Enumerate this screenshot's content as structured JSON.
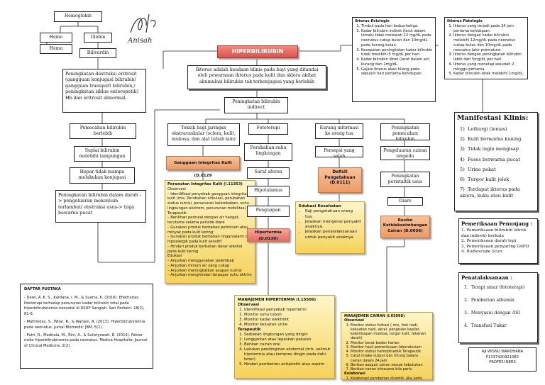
{
  "signature": {
    "name": "Anisah"
  },
  "hemo_tree": {
    "hemoglobin": "Hemoglobin",
    "hemo1": "Hemo",
    "globin": "Globin",
    "hemo2": "Hemo",
    "biliverdin": "Biliverdin"
  },
  "title": "HIPERBILIRUBIN",
  "definition": "Ikterus adalah keadaan klinis pada bayi yang ditandai oleh pewarnaan ikterus pada kulit dan sklera akibat akumulasi bilirubin tak terkonjugasi yang berlebih",
  "indirect": "Peningkatan bilirubin indirect",
  "left_chain": {
    "destruksi": "Peningkatan destruksi eritrosit (gangguan konjugasi bilirubin/ gangguan transport bilirubin,/ peningkatan siklus enteropetik) Hb dan eritrosit abnormal.",
    "pemecahan": "Pemecahan bilirubin berlebih",
    "suplai": "Suplai bilirubin melebihi tampungan",
    "hepar": "Hepar tidak mampu melakukan konjugasi",
    "darah": "Peningkatan bilirubin dalam darah -> pengeluaran mekonium terlambat/ obstruksi usus-> tinja bewarna pucat"
  },
  "branch1": {
    "box": "Toksik bagi jaringan ekstravaskular (sclera, kulit, mukosa, dan alat tubuh lain)",
    "diag": "Gangguan Integritas Kulit (D.0129",
    "care": {
      "title": "Perawatan Integritas Kulit (I.11353)",
      "obs_label": "Observasi",
      "obs": [
        "Identifikasi penyebab gangguan integritas kulit (mis. Perubahan sirkulasi, perubahan status nutrisi, penurunan kelembaban, suhu lingkungan ekstrem, penurunan mobilitas)"
      ],
      "ter_label": "Terapeutik",
      "ter": [
        "Berikhan perineal dengan air hangat, terutama selama periode diare",
        "Gunakan produk berbahan petrolium atau minyak pada kulit kering",
        "Gunakan produk berbahan ringan/alami dan hipoalergik pada kulit sensitif",
        "Hindari produk berbahan dasar alkohol pada kulit kering"
      ],
      "edu_label": "Edukasi",
      "edu": [
        "Anjurkan menggunakan pelembab",
        "Anjurkan minum air yang cukup",
        "Anjurkan meningkatkan asupan nutrisi",
        "Anjurkan menghindari terpapar suhu ektrim"
      ]
    }
  },
  "branch2": {
    "fototerapi": "Fototerapi",
    "suhu": "Perubahan suhu lingkungan",
    "saraf": "Saraf aferen",
    "hipotalamus": "Hipotalamus",
    "penguapan": "Penguapan",
    "diag": "Hipertermia (D.0130)",
    "care": {
      "title": "MANAJEMEN HIPERTERMIA (I.15506)",
      "obs_label": "Observasi",
      "obs": [
        "Identifikasi penyebab hipertermi",
        "Monitor suhu tubuh",
        "Monitor kadar elektrolit",
        "Monitor keluaran urine"
      ],
      "ter_label": "Terapeutik",
      "ter": [
        "Sediakan lingkungan yang dingin",
        "Longgarkan atau lepaskan pakaian",
        "Berikan cairan oral",
        "Lakukan pendinginan eksternal (mis. selimut hipotermia atau kompres dingin pada dahi, leher)",
        "Hindari pemberian antipiretik atau aspirin"
      ]
    }
  },
  "branch3": {
    "kurang": "Kurang informasi ke orang tua",
    "persepsi": "Persepsi yang salah",
    "diag": "Defisit Pengetahuan (D.0111)",
    "care": {
      "title": "Edukasi Kesehatan",
      "items": [
        "Kaji pengetahuan orang tua.",
        "Jelaskan mengenai penyakit anaknya.",
        "Jelaskan penatalaksanaan untuk penyakit anaknya"
      ]
    }
  },
  "branch4": {
    "pemecahan": "Peningkatan pemecahan bilirubin",
    "empedu": "Pengeluaran cairan empedu",
    "usus": "Peningkatan peristaltik usus",
    "diare": "Diare",
    "diag": "Resiko Ketidakseimbangan Cairan (D.0036)",
    "care": {
      "title": "MANAJEMEN CAIRAN (I.03098)",
      "obs_label": "Observasi",
      "obs": [
        "Monitor status hidrasi ( mis, frek nadi, kekuatan nadi, akral, pengisian kapiler, kelembapan mukosa, turgor kulit, tekanan darah)",
        "Monitor berat badan harian",
        "Monitor hasil pemeriksaan laboratorium",
        "Monitor status hemodinamik Terapeutik",
        "Catat intake output dan hitung balans cairan dalam 24 jam",
        "Berikan asupan cairan sesuai kebutuhan",
        "Berikan cairan intravena bila perlu"
      ],
      "kol_label": "Kolaborasi",
      "kol": [
        "Kolaborasi pemberian diuretik, jika perlu"
      ]
    }
  },
  "ikterus_fisiologis": {
    "title": "Ikterus fisiologis",
    "items": [
      "Timbul pada hari kedua-ketiga.",
      "Kadar bilirubin indirek (larut dalam lemak) tidak melewati 12 mg/dL pada neonatus cukup bulan dan 10mg/dL pada kurang bulan.",
      "Kecepatan peningkatan kadar bilirubin tidak melebihi 5 mg/dL per hari.",
      "Kadar bilirubin direk (larut dalam air) kurang dari 1mg/dL.",
      "Gejala ikterus akan hilang pada sepuluh hari pertama kehidupan."
    ]
  },
  "ikterus_patologis": {
    "title": "Ikterus Patologis",
    "items": [
      "Ikterus yang terjadi pada 24 jam pertama kehidupan.",
      "Ikterus dengan kadar bilirubin melebihi 12mg/dL pada neonatus cukup bulan dan 10mg/dL pada neonatus lahir premature.",
      "Ikterus dengan peningkatan bilirubin lebih dari 5mg/dL per hari.",
      "Ikterus yang menetap sesudah 2 minggu pertama.",
      "Kadar bilirubin direk melebihi 1mg/dL."
    ]
  },
  "manifestasi": {
    "title": "Manifestasi Klinis:",
    "items": [
      "Lethargi (lemas)",
      "Kulit berwarna kuning",
      "Tidak ingin mengisap",
      "Feses berwarna pucat",
      "Urine pekat",
      "Turgor kulit jelek",
      "Terdapat ikterus pada sklera, kuku atau kulit"
    ]
  },
  "penunjang": {
    "title": "Pemeriksaan Penunjang :",
    "items": [
      "Pemeriksaan bilirubin (direk dan indirek) berkala",
      "Pemeriksaan darah tepi",
      "Pemeriksaan penyaring G6PD",
      "Radioscope Scan"
    ]
  },
  "penatalaksanaan": {
    "title": "Penatalaksanaan :",
    "items": [
      "Terapi sinar (fototerapi)",
      "Pemberian albumin",
      "Menyusui dengan ASI",
      "Transfusi Tukar"
    ]
  },
  "pustaka": {
    "title": "DAFTAR PUSTAKA",
    "items": [
      "- Dewi, A. K. S., Kardana, I. M., & Suarta, K. (2016). Efektivitas fototerapi terhadap penurunan kadar bilirubin total pada hiperbilirubinemia neonatal di RSUP Sanglah. Sari Pediatri, 18(2), 81-6.",
      "- Mathindas, S., Wilar, R., & Wahani, A. (2013). Hiperbilirubinemia pada neonatus. Jurnal Biomedik: JBM, 5(1).",
      "- Putri, R., Meditala, M., Rini, A., & Sulistyowati, E. (2014). Faktor risiko hiperbilirubinemia pada neonatus. Medica Hospitalia: Journal of Clinical Medicine, 2(2)."
    ]
  },
  "author": {
    "name": "AJI WISNU WARDHANA",
    "nim": "P1337420921082",
    "prodi": "PROFESI NERS"
  },
  "colors": {
    "orange_box": "#ee9a66",
    "yellow_box": "#f6d25a"
  }
}
